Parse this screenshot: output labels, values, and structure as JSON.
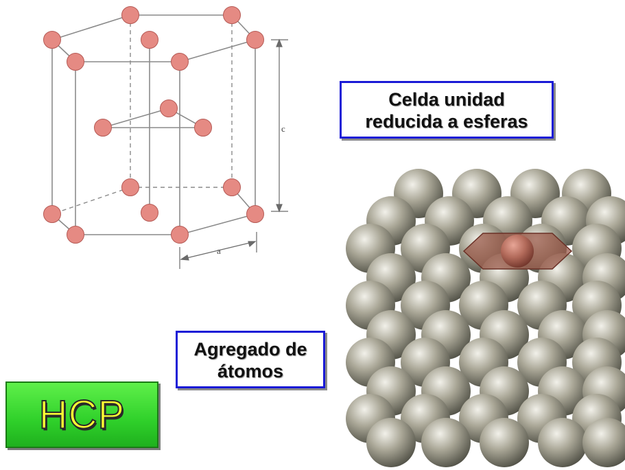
{
  "labels": {
    "unit_cell_line1": "Celda unidad",
    "unit_cell_line2": "reducida a esferas",
    "aggregate_line1": "Agregado de",
    "aggregate_line2": "átomos",
    "badge": "HCP"
  },
  "dimensions": {
    "height_label": "c",
    "width_label": "a"
  },
  "colors": {
    "atom_fill": "#e58a83",
    "atom_stroke": "#b55a55",
    "sphere_gray": "#9a9788",
    "hexagon_highlight": "#9a5a4a",
    "box_border": "#1a1ad6",
    "badge_green": "#33d02c",
    "badge_text": "#ffff33"
  }
}
